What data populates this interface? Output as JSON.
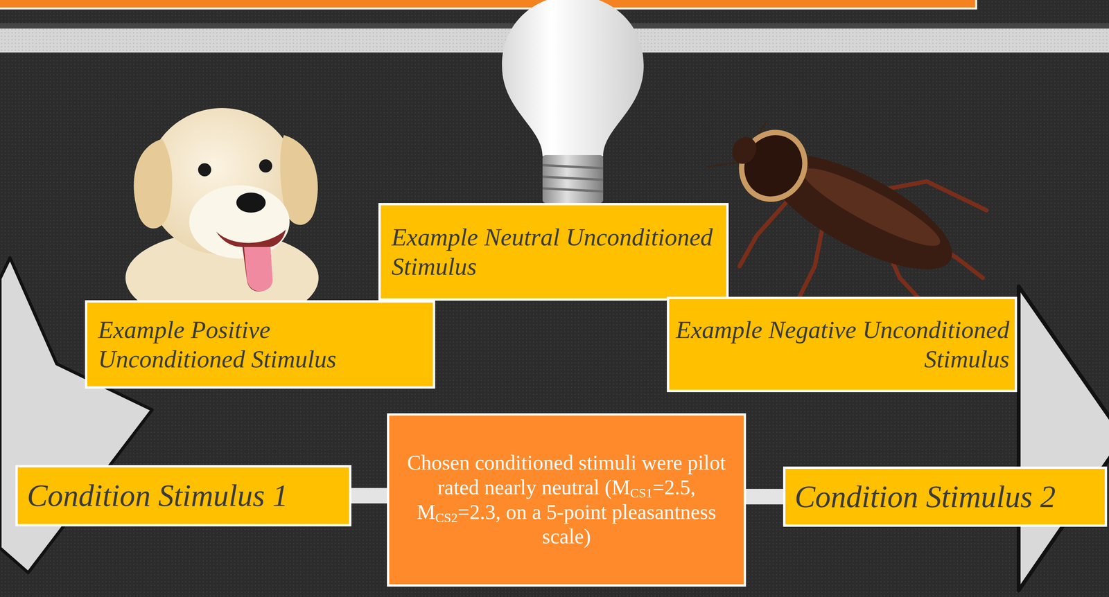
{
  "diagram": {
    "nodes": [
      {
        "text": [
          "Example Neutral Unconditioned Stimulus"
        ]
      },
      {
        "text": [
          "Example Positive Unconditioned Stimulus"
        ]
      },
      {
        "text": [
          "Example Negative Unconditioned Stimulus"
        ]
      },
      {
        "text": [
          "Condition Stimulus 1"
        ]
      },
      {
        "text": [
          "Chosen conditioned stimuli were pilot rated nearly neutral (MCS1=2.5, MCS2=2.3, on a 5-point pleasantness scale)"
        ]
      },
      {
        "text": [
          "Condition Stimulus 2"
        ]
      }
    ],
    "edges": [
      {
        "from": 3,
        "to": 4,
        "arrow": "none"
      },
      {
        "from": 4,
        "to": 5,
        "arrow": "none"
      }
    ]
  }
}
